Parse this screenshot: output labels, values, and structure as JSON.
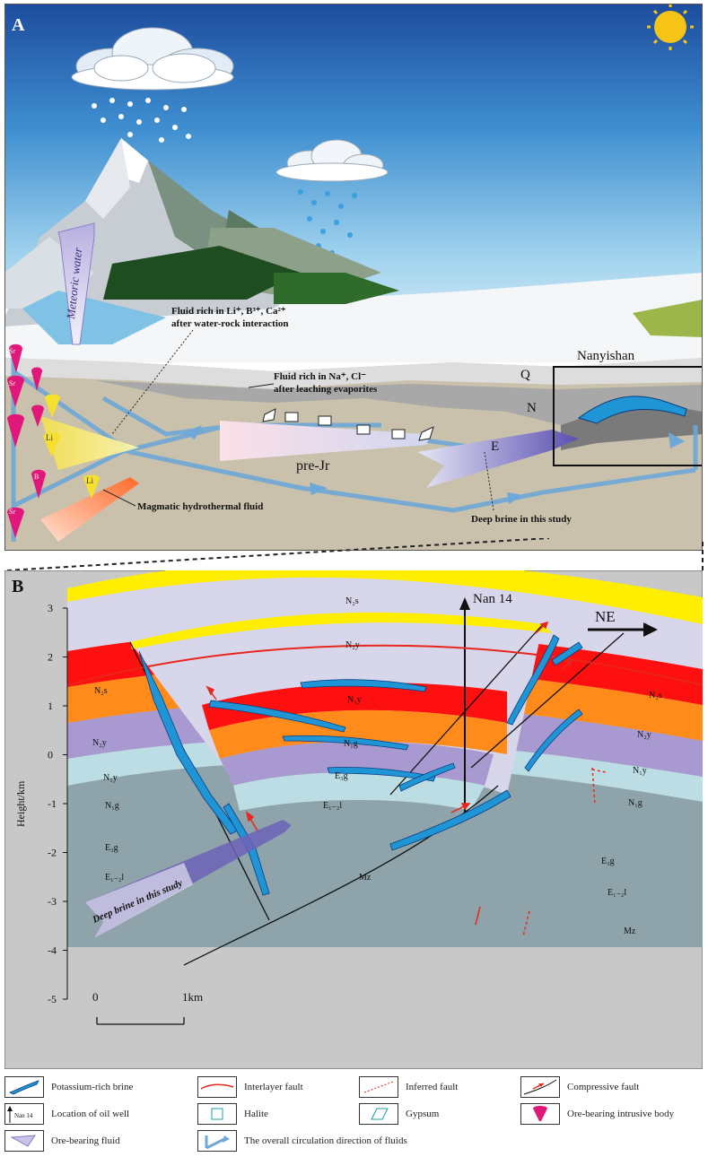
{
  "panel_a": {
    "label": "A",
    "labels": {
      "meteoric": "Meteoric water",
      "fluid_li_line1": "Fluid rich in Li⁺, B³⁺, Ca²⁺",
      "fluid_li_line2": "after water-rock interaction",
      "fluid_na_line1": "Fluid rich in Na⁺, Cl⁻",
      "fluid_na_line2": "after leaching evaporites",
      "magmatic": "Magmatic hydrothermal fluid",
      "deep_brine": "Deep brine in this study",
      "pre_jr": "pre-Jr",
      "nanyishan": "Nanyishan",
      "layer_q": "Q",
      "layer_n": "N",
      "layer_e": "E",
      "li": "Li",
      "sr": "Sr",
      "b": "B"
    }
  },
  "panel_b": {
    "label": "B",
    "well": "Nan 14",
    "direction": "NE",
    "y_axis_label": "Height/km",
    "y_ticks": [
      "3",
      "2",
      "1",
      "0",
      "-1",
      "-2",
      "-3",
      "-4",
      "-5"
    ],
    "scale_start": "0",
    "scale_end": "1km",
    "deep_brine": "Deep brine in this study",
    "layers": {
      "n2s": "N₂s",
      "n2y": "N₂y",
      "n1y": "N₁y",
      "n1g": "N₁g",
      "e3g": "E₃g",
      "e12l": "E₁₋₂l",
      "mz": "Mz"
    }
  },
  "legend": {
    "items": [
      {
        "key": "brine",
        "label": "Potassium-rich brine"
      },
      {
        "key": "interlayer",
        "label": "Interlayer fault"
      },
      {
        "key": "inferred",
        "label": "Inferred fault"
      },
      {
        "key": "compressive",
        "label": "Compressive fault"
      },
      {
        "key": "well",
        "label": "Location of oil well",
        "symbol_text": "Nan 14"
      },
      {
        "key": "halite",
        "label": "Halite"
      },
      {
        "key": "gypsum",
        "label": "Gypsum"
      },
      {
        "key": "intrusive",
        "label": "Ore-bearing intrusive body"
      },
      {
        "key": "ore_fluid",
        "label": "Ore-bearing fluid"
      },
      {
        "key": "circulation",
        "label": "The overall circulation direction of fluids"
      }
    ]
  },
  "colors": {
    "sky_top": "#1f4fa0",
    "sky_bottom": "#bfe3f4",
    "ground": "#c9c1ab",
    "q_layer": "#d9d9d9",
    "n_layer": "#a8a8a8",
    "yellow": "#ffee00",
    "lavender": "#d8d6ea",
    "red": "#ff1010",
    "orange": "#ff8c1a",
    "purple": "#a89ad0",
    "lightblue": "#bcdde3",
    "mz": "#8fa3aa",
    "brine": "#1f95d6"
  }
}
